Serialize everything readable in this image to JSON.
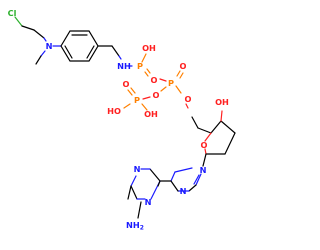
{
  "molecule": {
    "atom_labels": {
      "cl": "Cl",
      "n_amine": "N",
      "nh_amide": "NH",
      "p": "P",
      "oh": "OH",
      "ho": "HO",
      "o": "O",
      "n": "N",
      "nh2": "NH",
      "nh2_sub": "2"
    },
    "colors": {
      "carbon": "#000000",
      "nitrogen": "#1a1aff",
      "oxygen": "#ff2020",
      "phosphorus": "#ff8000",
      "chlorine": "#2db02d"
    }
  }
}
